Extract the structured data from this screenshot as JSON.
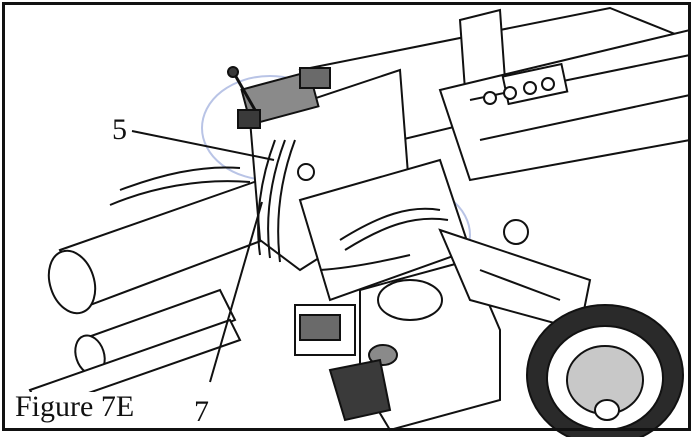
{
  "figure": {
    "caption": "Figure 7E",
    "callouts": [
      {
        "id": "callout-5",
        "label": "5"
      },
      {
        "id": "callout-7",
        "label": "7"
      }
    ]
  },
  "colors": {
    "line": "#111111",
    "highlight": "#b9c4e6",
    "metal": "#8a8a8a",
    "shade": "#3a3a3a"
  }
}
